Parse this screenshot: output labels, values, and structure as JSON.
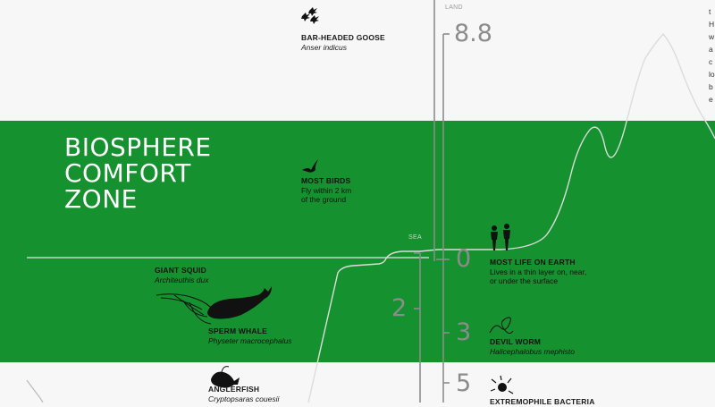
{
  "zone": {
    "title_lines": [
      "BIOSPHERE",
      "COMFORT",
      "ZONE"
    ]
  },
  "scale": {
    "land_label": "LAND",
    "sea_label": "SEA",
    "main_marks": [
      "8.8",
      "0",
      "3",
      "5"
    ],
    "left_mark": "2"
  },
  "organisms": {
    "bar_headed_goose": {
      "name": "BAR-HEADED GOOSE",
      "latin": "Anser indicus"
    },
    "most_birds": {
      "name": "MOST BIRDS",
      "desc_lines": [
        "Fly within 2 km",
        "of the ground"
      ]
    },
    "most_life": {
      "name": "MOST LIFE ON EARTH",
      "desc_lines": [
        "Lives in a thin layer on, near,",
        "or under the surface"
      ]
    },
    "giant_squid": {
      "name": "GIANT SQUID",
      "latin": "Architeuthis dux"
    },
    "sperm_whale": {
      "name": "SPERM WHALE",
      "latin": "Physeter macrocephalus"
    },
    "devil_worm": {
      "name": "DEVIL WORM",
      "latin": "Halicephalobus mephisto"
    },
    "anglerfish": {
      "name": "ANGLERFISH",
      "latin": "Cryptopsaras couesii"
    },
    "extremophile": {
      "name": "EXTREMOPHILE BACTERIA"
    }
  },
  "side_text_letters": [
    "t",
    "H",
    "w",
    "a",
    "c",
    "lo",
    "b",
    "e"
  ],
  "colors": {
    "band": "#15912f",
    "background": "#f7f7f7",
    "scale_grey": "#8c8c8c",
    "ink": "#1a1a1a"
  }
}
